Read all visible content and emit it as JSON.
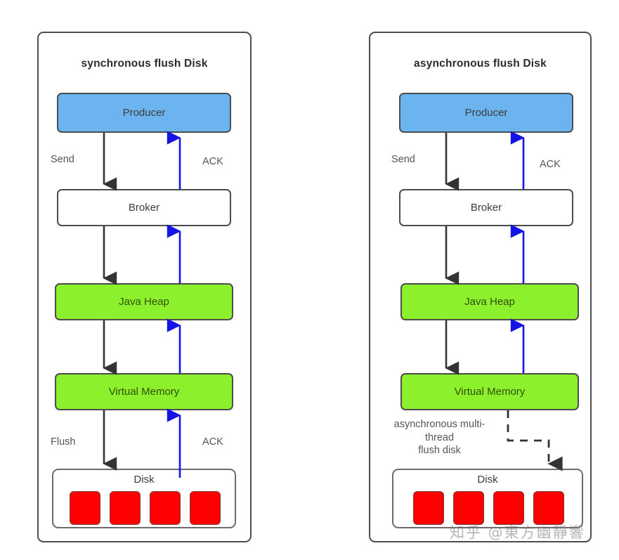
{
  "diagram": {
    "title_left": "synchronous flush Disk",
    "title_right": "asynchronous flush Disk",
    "colors": {
      "producer": "#6CB4F0",
      "memory": "#8CF02C",
      "disk_cell": "#FF0000",
      "flow_down": "#333333",
      "flow_up_ack": "#1414E6",
      "border": "#4d4d4d"
    }
  },
  "panels": {
    "left": {
      "title": "synchronous flush Disk",
      "nodes": [
        {
          "id": "producer",
          "label": "Producer",
          "style": "blue"
        },
        {
          "id": "broker",
          "label": "Broker",
          "style": "white"
        },
        {
          "id": "java-heap",
          "label": "Java Heap",
          "style": "green"
        },
        {
          "id": "virtual-memory",
          "label": "Virtual Memory",
          "style": "green"
        }
      ],
      "disk": {
        "label": "Disk",
        "cells": 4
      },
      "edge_labels": {
        "send": "Send",
        "ack_top": "ACK",
        "flush": "Flush",
        "ack_bottom": "ACK"
      }
    },
    "right": {
      "title": "asynchronous flush Disk",
      "nodes": [
        {
          "id": "producer",
          "label": "Producer",
          "style": "blue"
        },
        {
          "id": "broker",
          "label": "Broker",
          "style": "white"
        },
        {
          "id": "java-heap",
          "label": "Java Heap",
          "style": "green"
        },
        {
          "id": "virtual-memory",
          "label": "Virtual Memory",
          "style": "green"
        }
      ],
      "disk": {
        "label": "Disk",
        "cells": 4
      },
      "edge_labels": {
        "send": "Send",
        "ack_top": "ACK",
        "async_flush_line1": "asynchronous multi-",
        "async_flush_line2": "thread",
        "async_flush_line3": "flush disk"
      }
    }
  },
  "watermark": {
    "text": "知乎 @東方幽靜響"
  }
}
